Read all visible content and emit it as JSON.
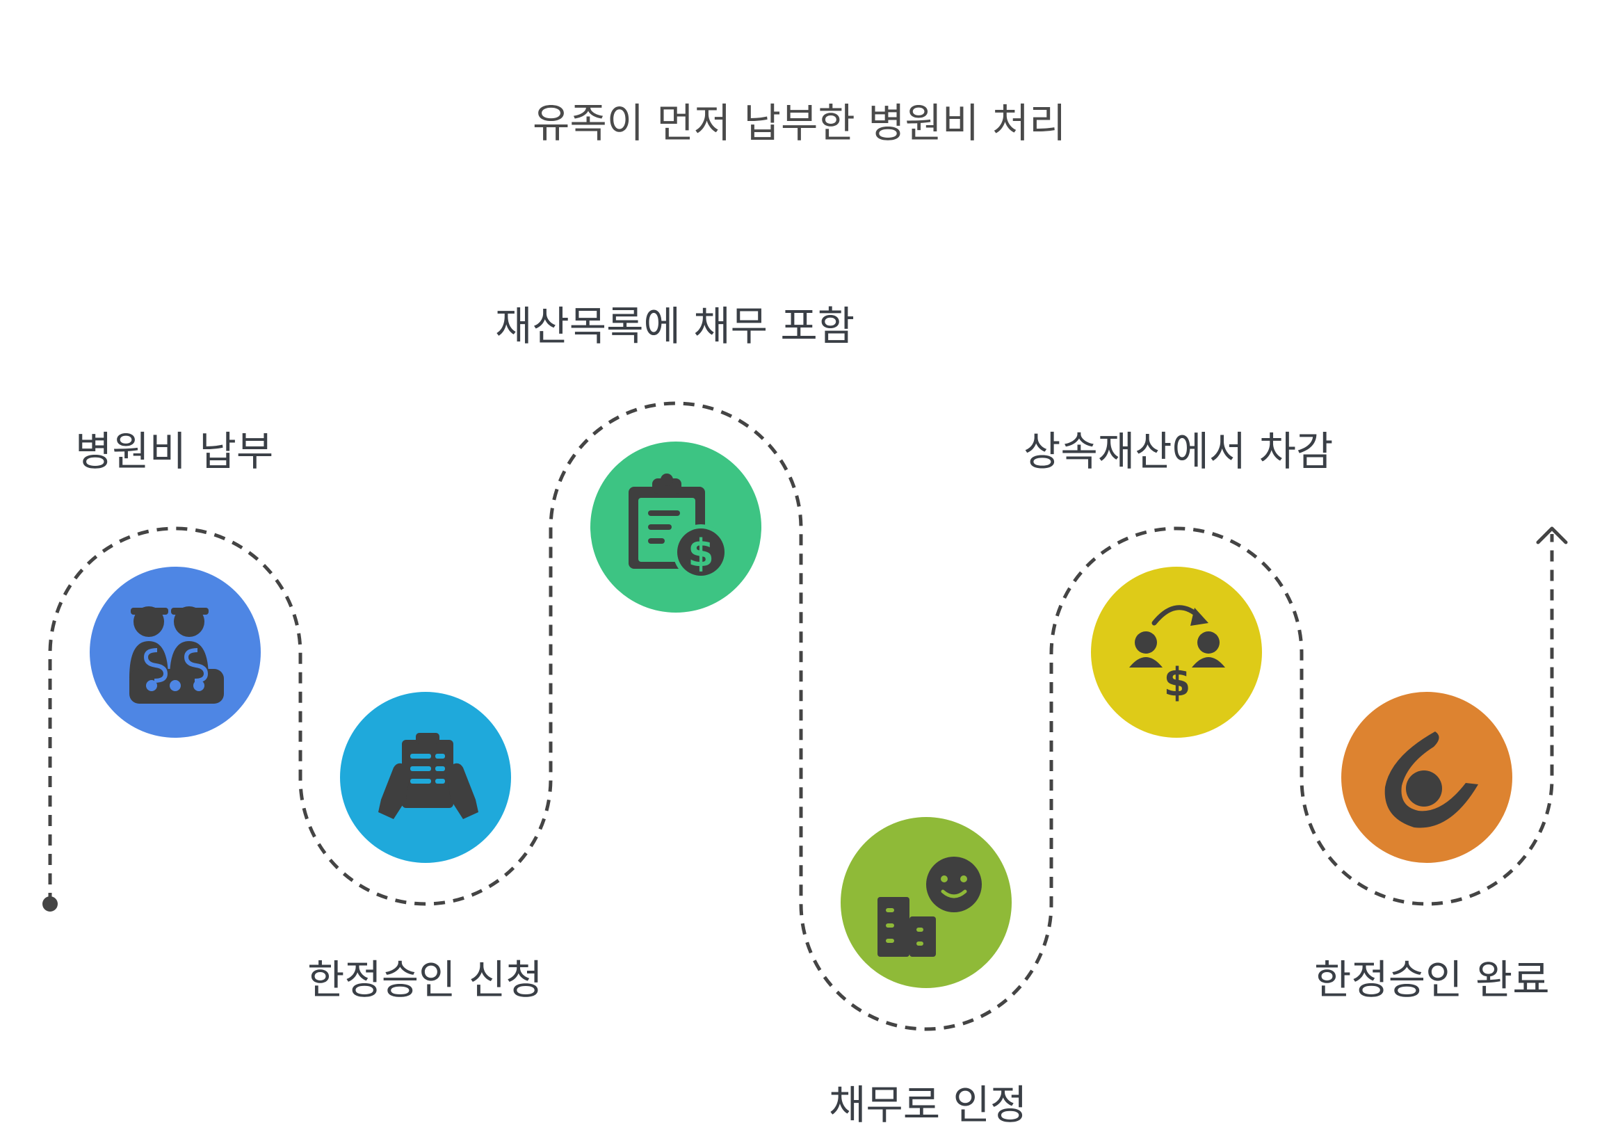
{
  "title": "유족이 먼저 납부한 병원비 처리",
  "steps": [
    {
      "label": "병원비 납부",
      "icon": "people-payment-icon",
      "color": "#4E86E4"
    },
    {
      "label": "한정승인 신청",
      "icon": "clipboard-hands-icon",
      "color": "#1FA9DB"
    },
    {
      "label": "재산목록에 채무 포함",
      "icon": "clipboard-dollar-icon",
      "color": "#3DC483"
    },
    {
      "label": "채무로 인정",
      "icon": "building-smile-icon",
      "color": "#8FBA38"
    },
    {
      "label": "상속재산에서 차감",
      "icon": "money-transfer-people-icon",
      "color": "#DECB18"
    },
    {
      "label": "한정승인 완료",
      "icon": "person-embrace-icon",
      "color": "#DD8330"
    }
  ],
  "path_color": "#444444",
  "icon_color": "#3F3F3F"
}
